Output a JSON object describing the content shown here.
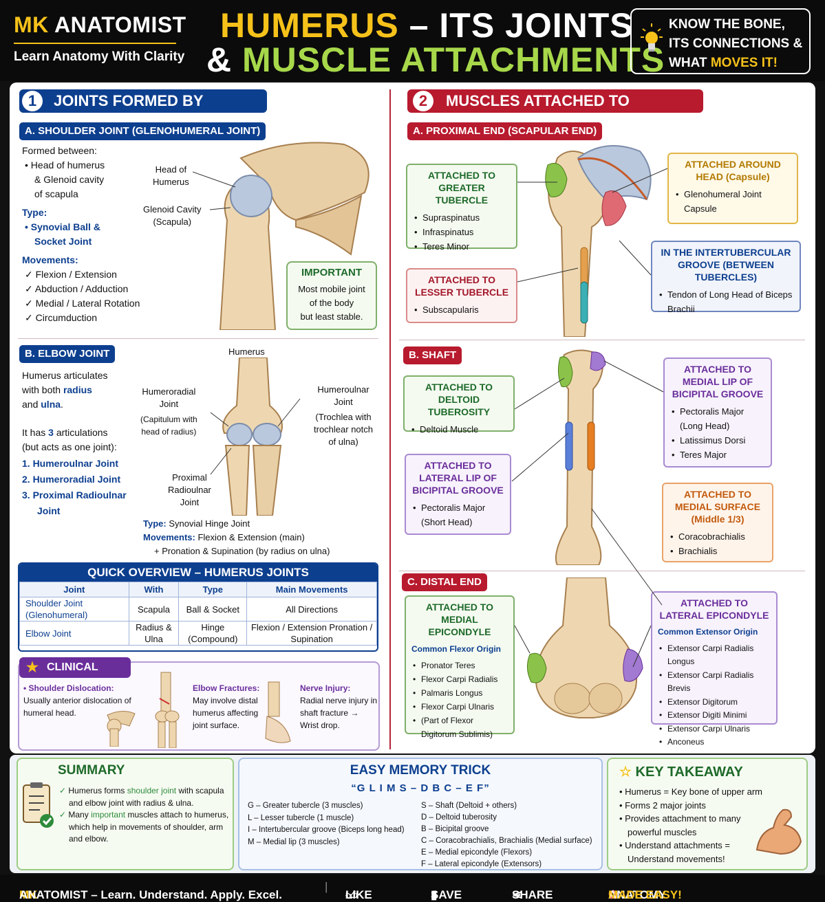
{
  "header": {
    "brand_mk": "MK",
    "brand_rest": " ANATOMIST",
    "tagline": "Learn Anatomy With Clarity",
    "title1_a": "HUMERUS",
    "title1_b": " – ITS JOINTS",
    "title2_a": "& ",
    "title2_b": "MUSCLE ATTACHMENTS",
    "know_1": "KNOW THE BONE,",
    "know_2": "ITS CONNECTIONS &",
    "know_3a": "WHAT ",
    "know_3b": "MOVES IT!"
  },
  "joints": {
    "num": "1",
    "title": "JOINTS FORMED BY HUMERUS",
    "shoulder": {
      "pill": "A. SHOULDER JOINT (GLENOHUMERAL JOINT)",
      "formed": "Formed between:",
      "f1": "• Head of humerus",
      "f2": "& Glenoid cavity",
      "f3": "of scapula",
      "type_h": "Type:",
      "type_1": "• Synovial Ball &",
      "type_2": "Socket Joint",
      "mov_h": "Movements:",
      "m1": "✓  Flexion / Extension",
      "m2": "✓  Abduction / Adduction",
      "m3": "✓  Medial / Lateral Rotation",
      "m4": "✓  Circumduction",
      "lbl_head_1": "Head of",
      "lbl_head_2": "Humerus",
      "lbl_gl_1": "Glenoid Cavity",
      "lbl_gl_2": "(Scapula)",
      "imp_h": "IMPORTANT",
      "imp_1": "Most mobile joint",
      "imp_2": "of the body",
      "imp_3": "but least stable."
    },
    "elbow": {
      "pill": "B. ELBOW JOINT",
      "p1": "Humerus articulates",
      "p2a": "with both ",
      "p2b": "radius",
      "p3a": "and ",
      "p3b": "ulna",
      "p3c": ".",
      "p4a": "It has ",
      "p4b": "3",
      "p4c": " articulations",
      "p5": "(but acts as one joint):",
      "a1": "1.  Humeroulnar Joint",
      "a2": "2.  Humeroradial Joint",
      "a3": "3.  Proximal Radioulnar",
      "a3b": "Joint",
      "lbl_hum": "Humerus",
      "lbl_hr_1": "Humeroradial",
      "lbl_hr_2": "Joint",
      "lbl_hr_3": "(Capitulum with",
      "lbl_hr_4": "head of radius)",
      "lbl_hu_1": "Humeroulnar",
      "lbl_hu_2": "Joint",
      "lbl_hu_3": "(Trochlea with",
      "lbl_hu_4": "trochlear notch",
      "lbl_hu_5": "of ulna)",
      "lbl_pr_1": "Proximal",
      "lbl_pr_2": "Radioulnar",
      "lbl_pr_3": "Joint",
      "type_a": "Type:",
      "type_b": " Synovial Hinge Joint",
      "mov_a": "Movements:",
      "mov_b": " Flexion & Extension (main)",
      "mov_c": "+ Pronation & Supination (by radius on ulna)"
    },
    "overview": {
      "title": "QUICK OVERVIEW – HUMERUS JOINTS",
      "headers": [
        "Joint",
        "With",
        "Type",
        "Main Movements"
      ],
      "rows": [
        [
          "Shoulder Joint (Glenohumeral)",
          "Scapula",
          "Ball & Socket",
          "All Directions"
        ],
        [
          "Elbow Joint",
          "Radius & Ulna",
          "Hinge (Compound)",
          "Flexion / Extension Pronation / Supination"
        ]
      ]
    },
    "clinical": {
      "title": "CLINICAL NOTE",
      "c1_h": "• Shoulder Dislocation:",
      "c1_1": "Usually anterior dislocation of",
      "c1_2": "humeral head.",
      "c2_h": "Elbow Fractures:",
      "c2_1": "May involve distal",
      "c2_2": "humerus affecting",
      "c2_3": "joint surface.",
      "c3_h": "Nerve Injury:",
      "c3_1": "Radial nerve injury in",
      "c3_2": "shaft fracture →",
      "c3_3": "Wrist drop."
    }
  },
  "muscles": {
    "num": "2",
    "title": "MUSCLES ATTACHED TO HUMERUS",
    "proximal": {
      "pill": "A.  PROXIMAL END (SCAPULAR END)",
      "gt_h1": "ATTACHED TO",
      "gt_h2": "GREATER TUBERCLE",
      "gt": [
        "Supraspinatus",
        "Infraspinatus",
        "Teres Minor"
      ],
      "lt_h1": "ATTACHED TO",
      "lt_h2": "LESSER TUBERCLE",
      "lt": [
        "Subscapularis"
      ],
      "hd_h1": "ATTACHED AROUND",
      "hd_h2": "HEAD (Capsule)",
      "hd": [
        "Glenohumeral Joint Capsule"
      ],
      "ig_h1": "IN THE INTERTUBERCULAR",
      "ig_h2": "GROOVE (BETWEEN TUBERCLES)",
      "ig": [
        "Tendon of Long Head of Biceps Brachii"
      ]
    },
    "shaft": {
      "pill": "B.  SHAFT",
      "dt_h1": "ATTACHED TO",
      "dt_h2": "DELTOID TUBEROSITY",
      "dt": [
        "Deltoid Muscle"
      ],
      "ll_h1": "ATTACHED TO",
      "ll_h2": "LATERAL LIP OF",
      "ll_h3": "BICIPITAL GROOVE",
      "ll": [
        "Pectoralis Major (Short Head)"
      ],
      "ml_h1": "ATTACHED TO",
      "ml_h2": "MEDIAL LIP OF",
      "ml_h3": "BICIPITAL GROOVE",
      "ml": [
        "Pectoralis Major (Long Head)",
        "Latissimus Dorsi",
        "Teres Major"
      ],
      "ms_h1": "ATTACHED TO",
      "ms_h2": "MEDIAL SURFACE",
      "ms_h3": "(Middle 1/3)",
      "ms": [
        "Coracobrachialis",
        "Brachialis"
      ]
    },
    "distal": {
      "pill": "C.  DISTAL END",
      "me_h1": "ATTACHED TO",
      "me_h2": "MEDIAL EPICONDYLE",
      "me_sub": "Common Flexor Origin",
      "me": [
        "Pronator Teres",
        "Flexor Carpi Radialis",
        "Palmaris Longus",
        "Flexor Carpi Ulnaris",
        "(Part of Flexor Digitorum Sublimis)"
      ],
      "le_h1": "ATTACHED TO",
      "le_h2": "LATERAL EPICONDYLE",
      "le_sub": "Common Extensor Origin",
      "le": [
        "Extensor Carpi Radialis Longus",
        "Extensor Carpi Radialis Brevis",
        "Extensor Digitorum",
        "Extensor Digiti Minimi",
        "Extensor Carpi Ulnaris",
        "Anconeus"
      ]
    }
  },
  "summary": {
    "title": "SUMMARY",
    "s1a": "Humerus forms ",
    "s1b": "shoulder joint",
    "s1c": " with scapula",
    "s1d": "and elbow joint with radius & ulna.",
    "s2a": "Many ",
    "s2b": "important",
    "s2c": " muscles attach to humerus,",
    "s2d": "which help in movements of shoulder, arm",
    "s2e": "and elbow."
  },
  "memory": {
    "title": "EASY MEMORY TRICK",
    "code": "“G L I M S – D B C – E F”",
    "left": [
      "G – Greater tubercle (3 muscles)",
      "L – Lesser tubercle (1 muscle)",
      "I – Intertubercular groove (Biceps long head)",
      "M – Medial lip (3 muscles)"
    ],
    "right": [
      "S – Shaft (Deltoid + others)",
      "D – Deltoid tuberosity",
      "B – Bicipital groove",
      "C – Coracobrachialis, Brachialis (Medial surface)",
      "E – Medial epicondyle (Flexors)",
      "F – Lateral epicondyle (Extensors)"
    ]
  },
  "takeaway": {
    "title": "KEY TAKEAWAY",
    "items": [
      "Humerus = Key bone of upper arm",
      "Forms 2 major joints",
      "Provides attachment to many powerful muscles",
      "Understand attachments = Understand movements!"
    ]
  },
  "footer": {
    "mk": "MK",
    "tag": " ANATOMIST – Learn. Understand. Apply. Excel.",
    "like": "LIKE",
    "save": "SAVE",
    "share": "SHARE",
    "made_a": "ANATOMY ",
    "made_b": "MADE EASY!"
  },
  "colors": {
    "navy": "#0d3f8f",
    "crimson": "#b81a2e",
    "gold": "#f6c21a",
    "green": "#a7d84a"
  }
}
